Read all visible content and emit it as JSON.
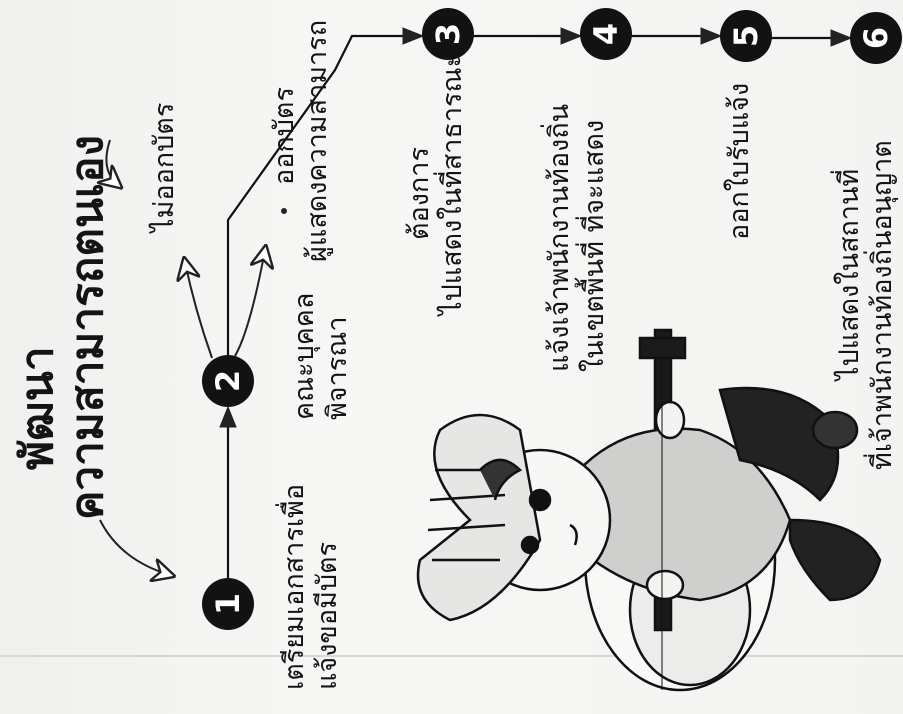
{
  "title": {
    "line1": "พัฒนา",
    "line2": "ความสามารถตนเอง"
  },
  "steps": [
    {
      "number": "1",
      "label_line1": "เตรียมเอกสารเพื่อ",
      "label_line2": "แจ้งขอมีบัตร"
    },
    {
      "number": "2",
      "label_line1": "คณะบุคคล",
      "label_line2": "พิจารณา"
    },
    {
      "number": "3",
      "label_line1": "ต้องการ",
      "label_line2": "ไปแสดงในที่สาธารณะ"
    },
    {
      "number": "4",
      "label_line1": "แจ้งเจ้าพนักงานท้องถิ่น",
      "label_line2": "ในเขตพื้นที่ ที่จะแสดง"
    },
    {
      "number": "5",
      "label_line1": "ออกใบรับแจ้ง",
      "label_line2": ""
    },
    {
      "number": "6",
      "label_line1": "ไปแสดงในสถานที่",
      "label_line2": "ที่เจ้าพนักงานท้องถิ่นอนุญาต"
    }
  ],
  "branches": {
    "no_card": "ไม่ออกบัตร",
    "issue_card_line1": "ออกบัตร",
    "issue_card_line2": "ผู้แสดงความสามารถ"
  },
  "illustration": "busker-playing-guitar"
}
